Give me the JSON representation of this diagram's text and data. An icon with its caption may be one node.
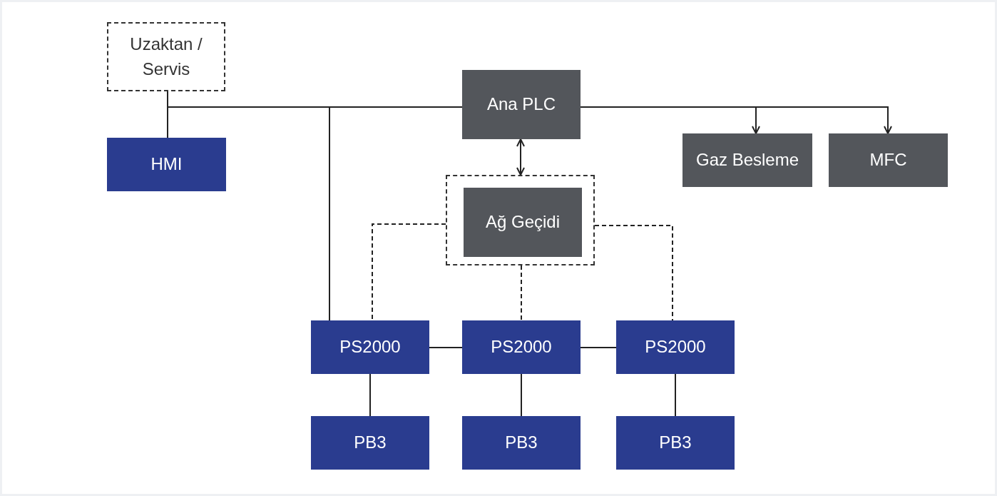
{
  "diagram": {
    "nodes": [
      {
        "text": [
          "Uzaktan / Servis"
        ]
      },
      {
        "text": [
          "Ana PLC"
        ]
      },
      {
        "text": [
          "HMI"
        ]
      },
      {
        "text": [
          "Gaz Besleme"
        ]
      },
      {
        "text": [
          "MFC"
        ]
      },
      {
        "text": [],
        "shape": "box"
      },
      {
        "text": [
          "Ağ Geçidi"
        ],
        "in": 5
      },
      {
        "text": [
          "PS2000"
        ]
      },
      {
        "text": [
          "PS2000"
        ]
      },
      {
        "text": [
          "PS2000"
        ]
      },
      {
        "text": [
          "PB3"
        ]
      },
      {
        "text": [
          "PB3"
        ]
      },
      {
        "text": [
          "PB3"
        ]
      }
    ],
    "edges": [
      {
        "from": 1,
        "to": 0,
        "arrow": "none"
      },
      {
        "from": 1,
        "to": 2,
        "arrow": "none"
      },
      {
        "from": 1,
        "to": 7,
        "arrow": "none"
      },
      {
        "from": 1,
        "to": 3,
        "arrow": "to"
      },
      {
        "from": 1,
        "to": 4,
        "arrow": "to"
      },
      {
        "from": 1,
        "to": 5,
        "arrow": "both"
      },
      {
        "from": 5,
        "to": 7,
        "arrow": "none",
        "style": "dashed"
      },
      {
        "from": 5,
        "to": 8,
        "arrow": "none",
        "style": "dashed"
      },
      {
        "from": 5,
        "to": 9,
        "arrow": "none",
        "style": "dashed"
      },
      {
        "from": 7,
        "to": 8,
        "arrow": "none"
      },
      {
        "from": 8,
        "to": 9,
        "arrow": "none"
      },
      {
        "from": 7,
        "to": 10,
        "arrow": "none"
      },
      {
        "from": 8,
        "to": 11,
        "arrow": "none"
      },
      {
        "from": 9,
        "to": 12,
        "arrow": "none"
      }
    ]
  }
}
